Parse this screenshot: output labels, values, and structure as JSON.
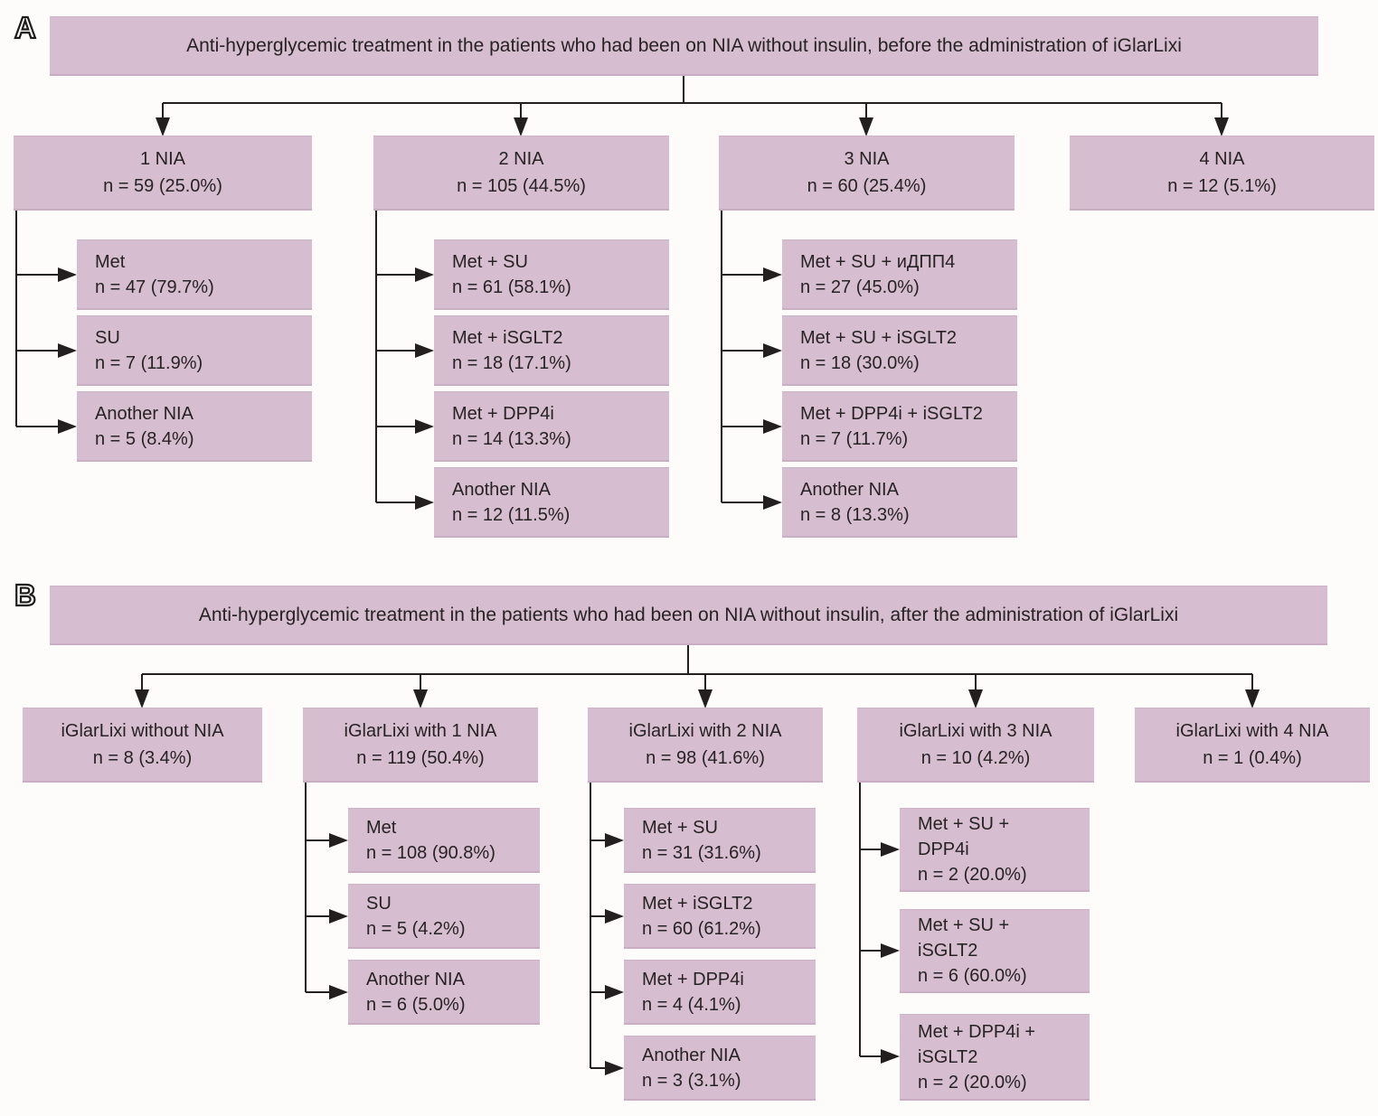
{
  "panels": [
    {
      "label": "A",
      "title": "Anti-hyperglycemic treatment in the patients who had been on NIA without insulin, before the administration of iGlarLixi",
      "branches": [
        {
          "label": "1 NIA",
          "count": "n = 59 (25.0%)",
          "children": [
            {
              "label": "Met",
              "count": "n = 47 (79.7%)"
            },
            {
              "label": "SU",
              "count": "n = 7 (11.9%)"
            },
            {
              "label": "Another NIA",
              "count": "n = 5 (8.4%)"
            }
          ]
        },
        {
          "label": "2 NIA",
          "count": "n = 105 (44.5%)",
          "children": [
            {
              "label": "Met + SU",
              "count": "n = 61 (58.1%)"
            },
            {
              "label": "Met + iSGLT2",
              "count": "n = 18 (17.1%)"
            },
            {
              "label": "Met + DPP4i",
              "count": "n = 14 (13.3%)"
            },
            {
              "label": "Another NIA",
              "count": "n = 12 (11.5%)"
            }
          ]
        },
        {
          "label": "3 NIA",
          "count": "n = 60 (25.4%)",
          "children": [
            {
              "label": "Met + SU + иДПП4",
              "count": "n = 27 (45.0%)"
            },
            {
              "label": "Met + SU + iSGLT2",
              "count": "n = 18 (30.0%)"
            },
            {
              "label": "Met + DPP4i + iSGLT2",
              "count": "n = 7 (11.7%)"
            },
            {
              "label": "Another NIA",
              "count": "n = 8 (13.3%)"
            }
          ]
        },
        {
          "label": "4 NIA",
          "count": "n = 12 (5.1%)",
          "children": []
        }
      ]
    },
    {
      "label": "B",
      "title": "Anti-hyperglycemic treatment in the patients who had been on NIA without insulin, after the administration of iGlarLixi",
      "branches": [
        {
          "label": "iGlarLixi without NIA",
          "count": "n = 8 (3.4%)",
          "children": []
        },
        {
          "label": "iGlarLixi with 1 NIA",
          "count": "n = 119 (50.4%)",
          "children": [
            {
              "label": "Met",
              "count": "n = 108 (90.8%)"
            },
            {
              "label": "SU",
              "count": "n = 5 (4.2%)"
            },
            {
              "label": "Another NIA",
              "count": "n = 6 (5.0%)"
            }
          ]
        },
        {
          "label": "iGlarLixi with 2 NIA",
          "count": "n = 98 (41.6%)",
          "children": [
            {
              "label": "Met + SU",
              "count": "n = 31 (31.6%)"
            },
            {
              "label": "Met + iSGLT2",
              "count": "n = 60 (61.2%)"
            },
            {
              "label": "Met + DPP4i",
              "count": "n = 4 (4.1%)"
            },
            {
              "label": "Another NIA",
              "count": "n = 3 (3.1%)"
            }
          ]
        },
        {
          "label": "iGlarLixi with 3 NIA",
          "count": "n = 10 (4.2%)",
          "children": [
            {
              "label": "Met + SU +\nDPP4i",
              "count": "n = 2 (20.0%)"
            },
            {
              "label": "Met + SU +\niSGLT2",
              "count": "n = 6 (60.0%)"
            },
            {
              "label": "Met + DPP4i +\niSGLT2",
              "count": "n = 2 (20.0%)"
            }
          ]
        },
        {
          "label": "iGlarLixi with 4 NIA",
          "count": "n = 1 (0.4%)",
          "children": []
        }
      ]
    }
  ],
  "colors": {
    "box_fill": "#d6bdd0",
    "box_edge": "#c9adc3",
    "line": "#231f20",
    "text": "#272223",
    "background": "#fdfcfa"
  }
}
